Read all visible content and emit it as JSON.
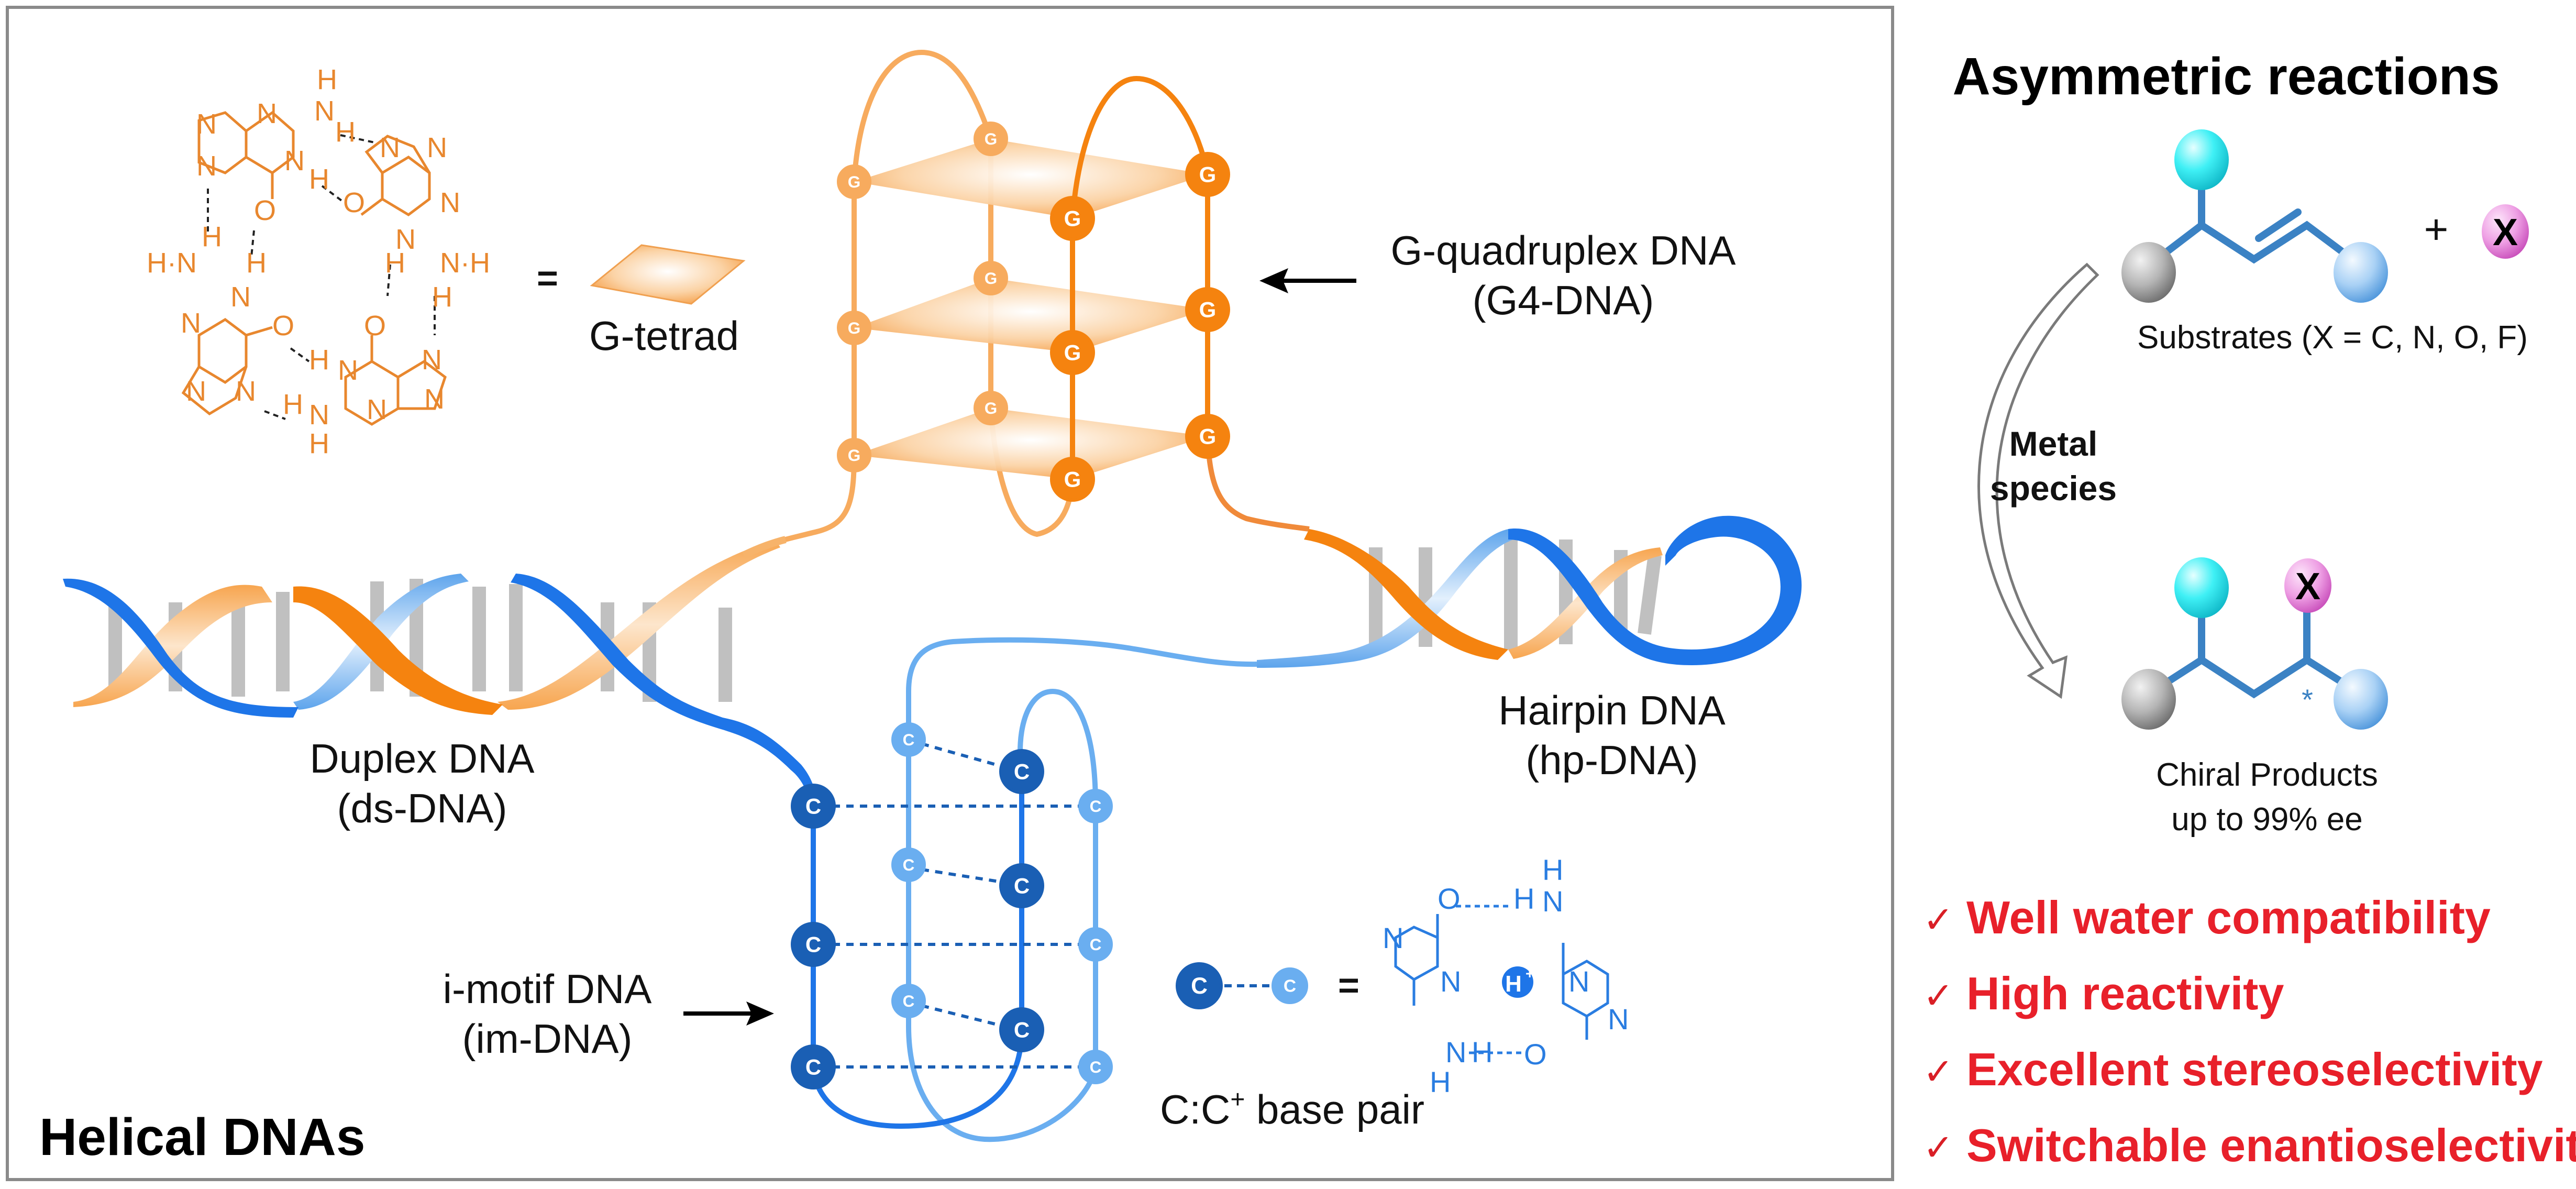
{
  "colors": {
    "orange_dark": "#f5830f",
    "orange_light": "#f7b36a",
    "blue_dark": "#1e6fd9",
    "blue_mid": "#2a7de1",
    "blue_light": "#6aaef0",
    "navy_c": "#1a5fb4",
    "rung_gray": "#c0c0c0",
    "red_text": "#e8202a",
    "box_border": "#8a8a8a",
    "ball_gray": "#8c8c8c",
    "ball_cyan": "#19e0ea",
    "ball_blue": "#7ab8ef",
    "ball_pink": "#e27ad6",
    "bond_blue": "#3b82c4"
  },
  "left_panel": {
    "title": "Helical DNAs",
    "g_tetrad": {
      "equals": "=",
      "label": "G-tetrad",
      "atoms": {
        "N": "N",
        "H": "H",
        "O": "O",
        "HN": "H·N",
        "NH": "N·H"
      }
    },
    "g_quadruplex": {
      "label_line1": "G-quadruplex DNA",
      "label_line2": "(G4-DNA)",
      "base_letter": "G"
    },
    "duplex": {
      "label_line1": "Duplex DNA",
      "label_line2": "(ds-DNA)"
    },
    "hairpin": {
      "label_line1": "Hairpin DNA",
      "label_line2": "(hp-DNA)"
    },
    "i_motif": {
      "label_line1": "i-motif DNA",
      "label_line2": "(im-DNA)",
      "base_letter": "C"
    },
    "cc_pair": {
      "equals": "=",
      "label_main": "C:C",
      "label_sup": "+",
      "label_rest": " base pair",
      "proton": "H",
      "proton_sup": "+",
      "atoms": {
        "N": "N",
        "H": "H",
        "O": "O"
      }
    }
  },
  "right_panel": {
    "title": "Asymmetric reactions",
    "plus": "+",
    "x_label": "X",
    "substrates_label": "Substrates (X = C, N, O, F)",
    "catalyst_line1": "Metal",
    "catalyst_line2": "species",
    "stereo_mark": "*",
    "products_line1": "Chiral Products",
    "products_line2": "up to 99% ee",
    "checkmark": "✓",
    "features": [
      "Well water compatibility",
      "High reactivity",
      "Excellent stereoselectivity",
      "Switchable enantioselectivity"
    ]
  }
}
